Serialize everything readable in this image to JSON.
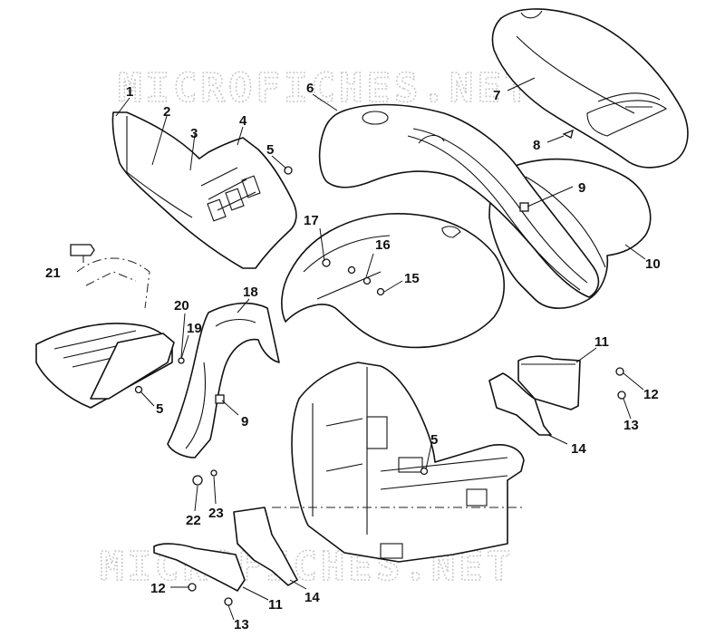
{
  "watermark": "MICROFICHES.NET",
  "callouts": [
    "1",
    "2",
    "3",
    "4",
    "5",
    "6",
    "7",
    "8",
    "9",
    "10",
    "11",
    "12",
    "13",
    "14",
    "15",
    "16",
    "17",
    "18",
    "19",
    "20",
    "21",
    "22",
    "23"
  ]
}
